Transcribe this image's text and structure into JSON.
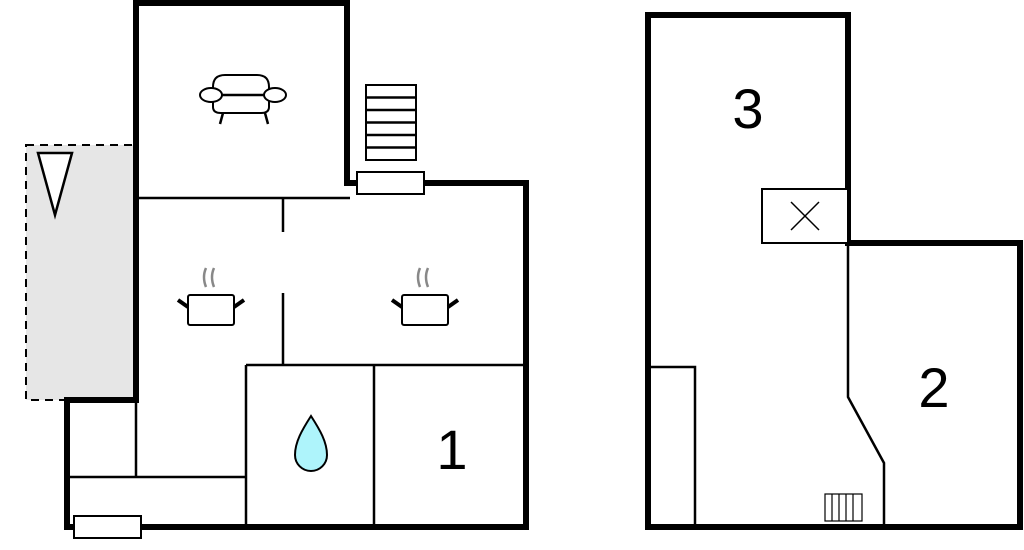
{
  "floor_plan": {
    "ground_floor": {
      "rooms": [
        {
          "type": "living-room",
          "icon": "sofa-icon"
        },
        {
          "type": "kitchen",
          "icon": "cooking-pot-icon"
        },
        {
          "type": "kitchen",
          "icon": "cooking-pot-icon"
        },
        {
          "type": "bathroom",
          "icon": "water-drop-icon"
        },
        {
          "type": "bedroom",
          "label": "1"
        },
        {
          "type": "terrace",
          "icon": "terrace-umbrella-icon"
        }
      ],
      "features": [
        "staircase-icon"
      ]
    },
    "upper_floor": {
      "rooms": [
        {
          "type": "bedroom",
          "label": "3"
        },
        {
          "type": "bedroom",
          "label": "2"
        }
      ],
      "features": [
        "chimney-icon",
        "radiator-icon"
      ]
    },
    "colors": {
      "terrace": "#e6e6e6",
      "water": "#aef4fb",
      "steam": "#888888"
    }
  }
}
